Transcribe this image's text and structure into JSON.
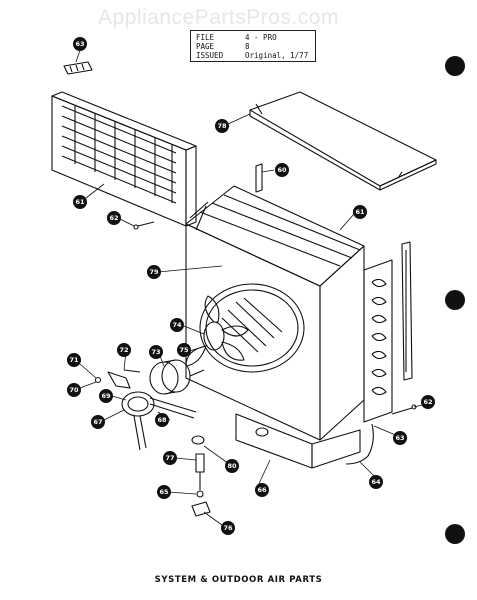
{
  "watermark": "AppliancePartsPros.com",
  "info_box": {
    "file_label": "FILE",
    "file_value": "4 - PRO",
    "page_label": "PAGE",
    "page_value": "8",
    "issued_label": "ISSUED",
    "issued_value": "Original, 1/77"
  },
  "caption": "SYSTEM & OUTDOOR AIR PARTS",
  "callouts": [
    "63",
    "78",
    "61",
    "62",
    "60",
    "61",
    "79",
    "74",
    "73",
    "75",
    "72",
    "71",
    "70",
    "69",
    "68",
    "67",
    "77",
    "80",
    "65",
    "66",
    "76",
    "64",
    "63",
    "62"
  ],
  "colors": {
    "ink": "#111111",
    "paper": "#ffffff",
    "watermark": "#e6e6e6"
  }
}
